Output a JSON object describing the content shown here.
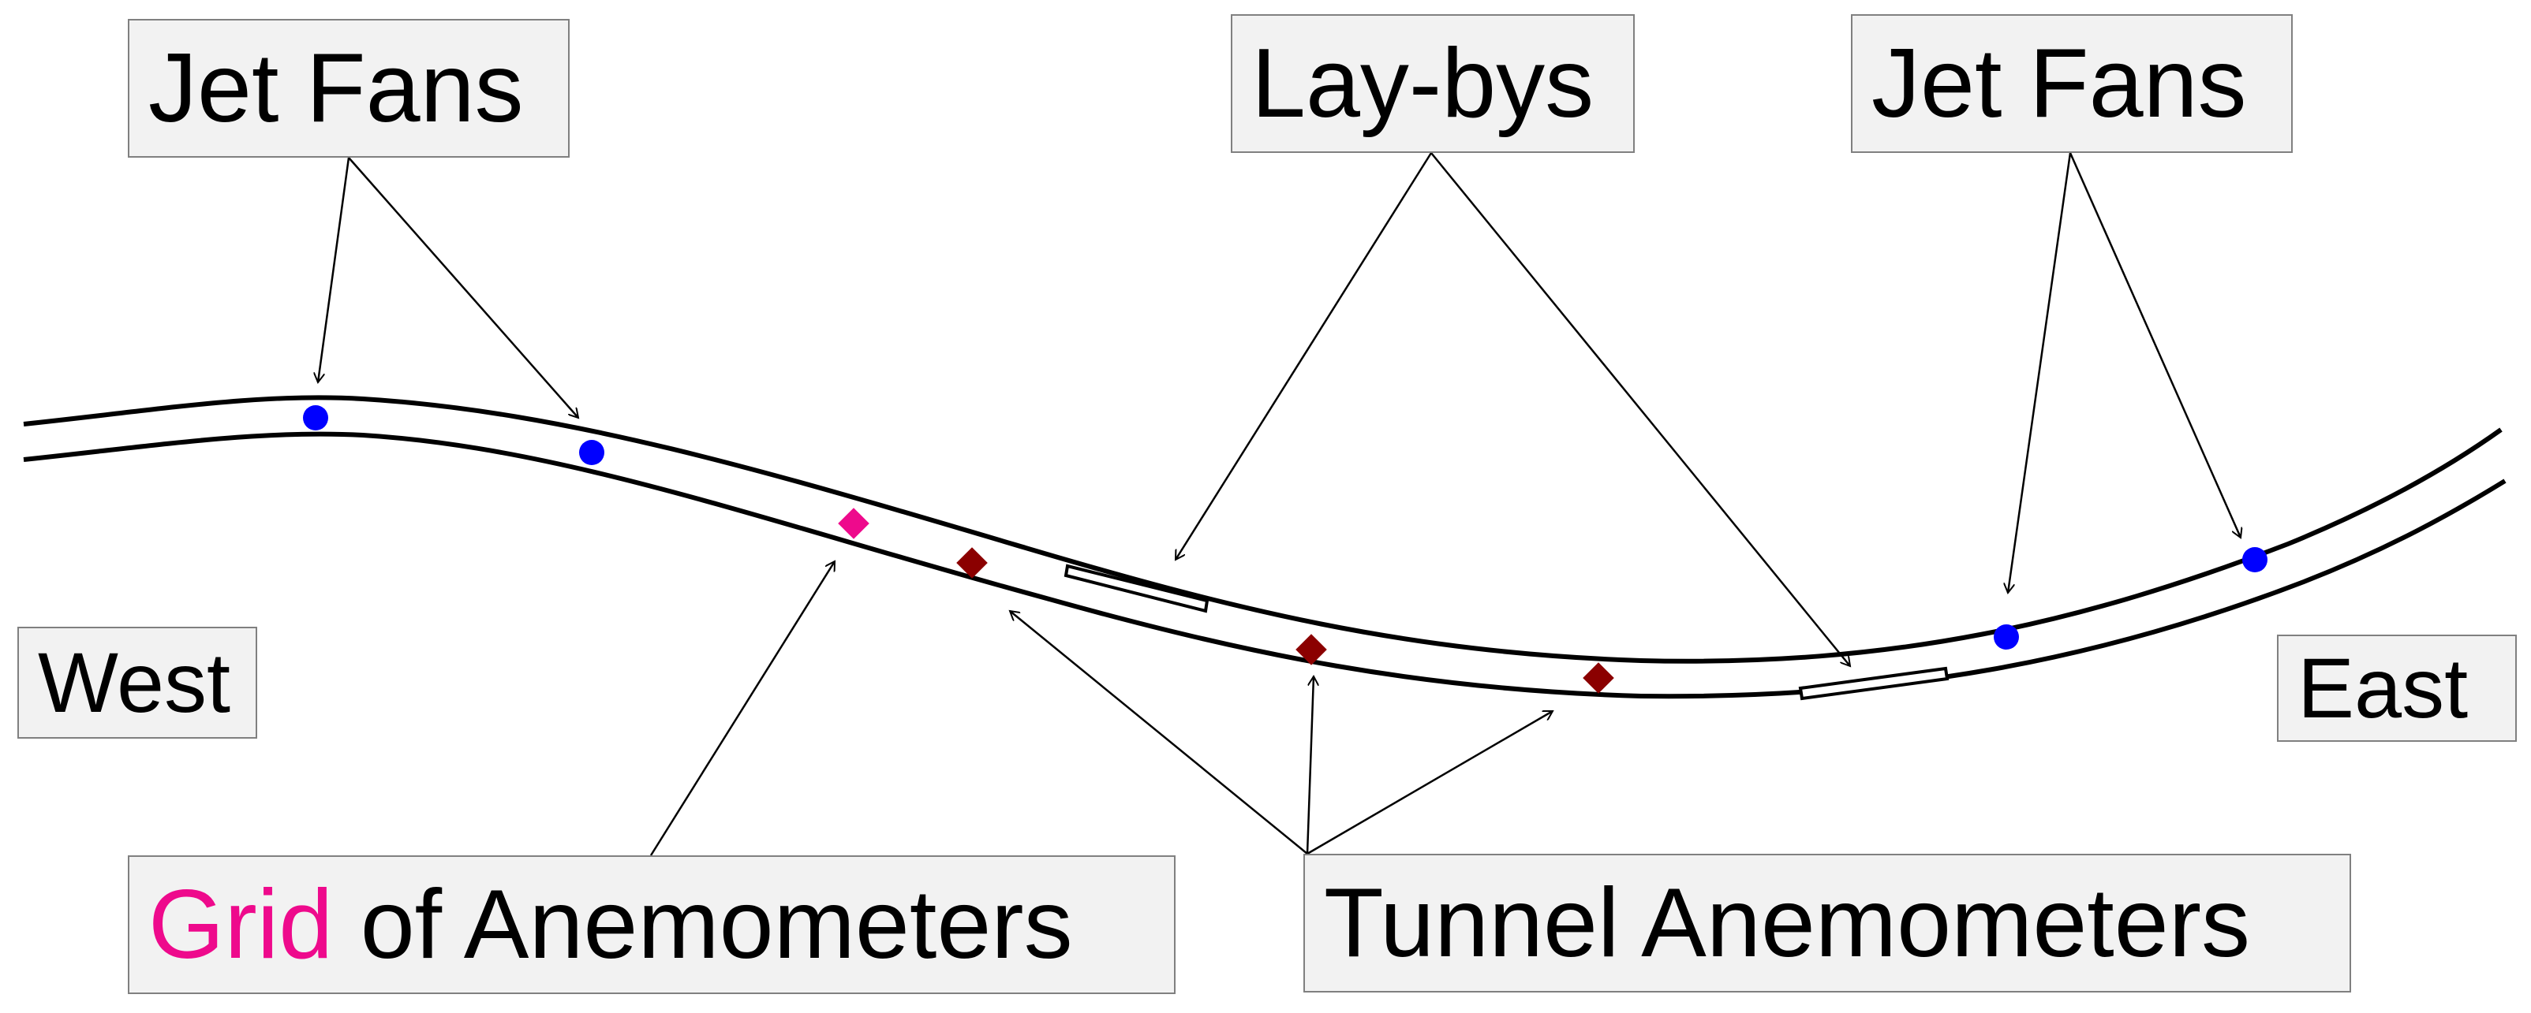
{
  "labels": {
    "jet_fans_west": "Jet Fans",
    "lay_bys": "Lay-bys",
    "jet_fans_east": "Jet Fans",
    "west": "West",
    "east": "East",
    "grid_word": "Grid",
    "grid_rest": " of Anemometers",
    "tunnel_anemometers": "Tunnel Anemometers"
  },
  "markers": {
    "jet_fan": {
      "shape": "circle",
      "color": "#0000ff"
    },
    "grid_anemometer": {
      "shape": "diamond",
      "color": "#ee0a8c"
    },
    "tunnel_anemometer": {
      "shape": "diamond",
      "color": "#8b0000"
    }
  },
  "colors": {
    "box_fill": "#f2f2f2",
    "box_border": "#808080",
    "line": "#000000",
    "grid_accent": "#ee0a8c"
  }
}
